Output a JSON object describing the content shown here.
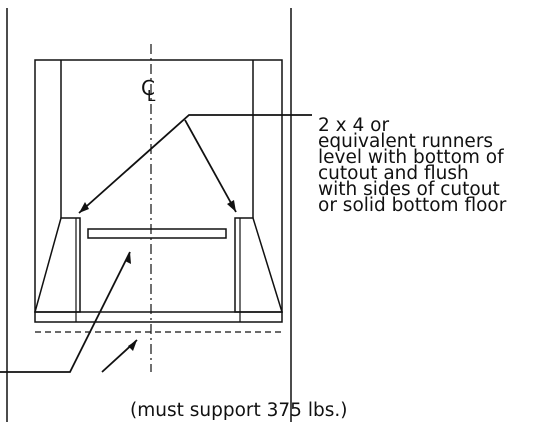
{
  "diagram": {
    "centerline_label": "C",
    "callout_lines": [
      "2 x 4 or",
      "equivalent runners",
      "level with bottom of",
      "cutout and flush",
      "with sides of cutout",
      "or solid bottom floor"
    ],
    "support_note": "(must support 375 lbs.)"
  }
}
